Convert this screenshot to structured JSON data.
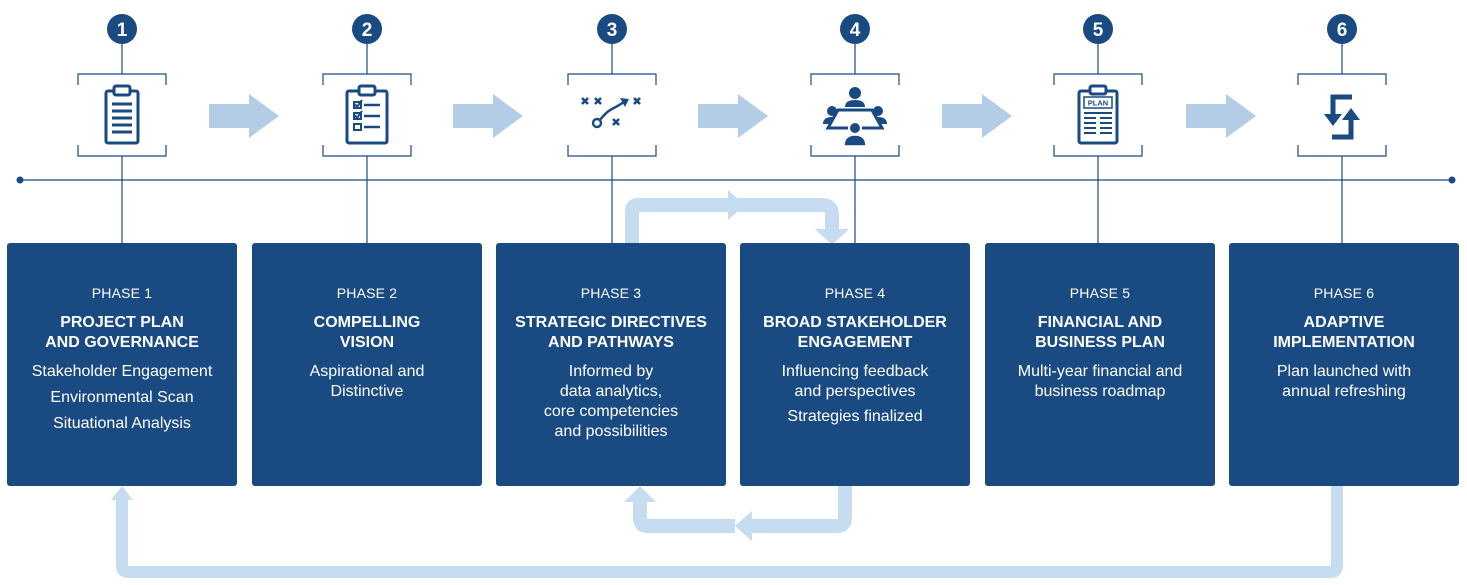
{
  "colors": {
    "navy": "#1a4a82",
    "light_arrow": "#b4cde6",
    "loop_fill": "#c6dcf1",
    "line": "#1a4a82",
    "white": "#ffffff"
  },
  "steps": [
    {
      "number": "1",
      "icon": "clipboard-icon",
      "phase": "PHASE 1",
      "title": [
        "PROJECT PLAN",
        "AND GOVERNANCE"
      ],
      "desc": [
        "Stakeholder Engagement",
        "Environmental Scan",
        "Situational Analysis"
      ]
    },
    {
      "number": "2",
      "icon": "checklist-clipboard-icon",
      "phase": "PHASE 2",
      "title": [
        "COMPELLING",
        "VISION"
      ],
      "desc": [
        "Aspirational and",
        "Distinctive"
      ]
    },
    {
      "number": "3",
      "icon": "strategy-play-icon",
      "phase": "PHASE 3",
      "title": [
        "STRATEGIC DIRECTIVES",
        "AND PATHWAYS"
      ],
      "desc": [
        "Informed by",
        "data analytics,",
        "core competencies",
        "and possibilities"
      ]
    },
    {
      "number": "4",
      "icon": "meeting-table-icon",
      "phase": "PHASE 4",
      "title": [
        "BROAD STAKEHOLDER",
        "ENGAGEMENT"
      ],
      "desc": [
        "Influencing feedback",
        "and perspectives",
        "Strategies finalized"
      ]
    },
    {
      "number": "5",
      "icon": "plan-document-icon",
      "phase": "PHASE 5",
      "title": [
        "FINANCIAL AND",
        "BUSINESS PLAN"
      ],
      "desc": [
        "Multi-year financial and",
        "business roadmap"
      ]
    },
    {
      "number": "6",
      "icon": "refresh-arrows-icon",
      "phase": "PHASE 6",
      "title": [
        "ADAPTIVE",
        "IMPLEMENTATION"
      ],
      "desc": [
        "Plan launched with",
        "annual refreshing"
      ]
    }
  ],
  "plan_icon_label": "PLAN"
}
